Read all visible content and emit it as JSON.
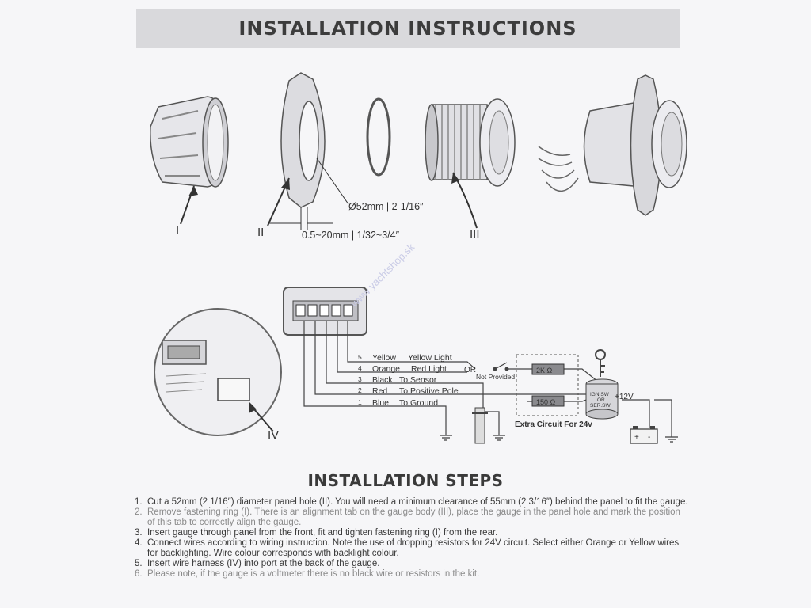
{
  "header": {
    "title": "INSTALLATION INSTRUCTIONS"
  },
  "parts": {
    "labels": [
      "I",
      "II",
      "III",
      "IV"
    ],
    "dim_hole": "Ø52mm | 2-1/16″",
    "dim_panel": "0.5~20mm | 1/32~3/4″"
  },
  "wiring": {
    "wires": [
      {
        "num": "5",
        "color": "Yellow",
        "func": "Yellow Light",
        "hex": "#d8c23a"
      },
      {
        "num": "4",
        "color": "Orange",
        "func": "Red Light",
        "hex": "#d9822b"
      },
      {
        "num": "3",
        "color": "Black",
        "func": "To Sensor",
        "hex": "#222222"
      },
      {
        "num": "2",
        "color": "Red",
        "func": "To Positive Pole",
        "hex": "#c0392b"
      },
      {
        "num": "1",
        "color": "Blue",
        "func": "To Ground",
        "hex": "#2e5cb8"
      }
    ],
    "or_label": "OR",
    "not_provided": "Not Provided",
    "resistor_2k": "2K Ω",
    "resistor_150": "150 Ω",
    "switch_label_1": "IGN.SW",
    "switch_label_2": "OR",
    "switch_label_3": "SER.SW",
    "plus12v": "+12V",
    "extra_circuit": "Extra Circuit For 24v",
    "battery_plus": "+",
    "battery_minus": "-"
  },
  "watermark": "www.yachtshop.sk",
  "steps": {
    "title": "INSTALLATION STEPS",
    "items": [
      {
        "num": "1.",
        "text": "Cut a 52mm (2 1/16″) diameter panel hole (II). You will need a minimum clearance of 55mm (2 3/16″) behind the panel to fit the gauge."
      },
      {
        "num": "2.",
        "text": "Remove fastening ring (I). There is an alignment tab on the gauge body (III), place the gauge in the panel hole and mark the position of this tab to correctly align the gauge."
      },
      {
        "num": "3.",
        "text": "Insert gauge through panel from the front, fit and tighten fastening ring (I) from the rear."
      },
      {
        "num": "4.",
        "text": "Connect wires according to wiring instruction. Note the use of dropping resistors for 24V circuit. Select either Orange or Yellow wires for backlighting. Wire colour corresponds with backlight colour."
      },
      {
        "num": "5.",
        "text": "Insert wire harness (IV) into port at the back of the gauge."
      },
      {
        "num": "6.",
        "text": "Please note, if the gauge is a voltmeter there is no black wire or resistors in the kit."
      }
    ]
  }
}
